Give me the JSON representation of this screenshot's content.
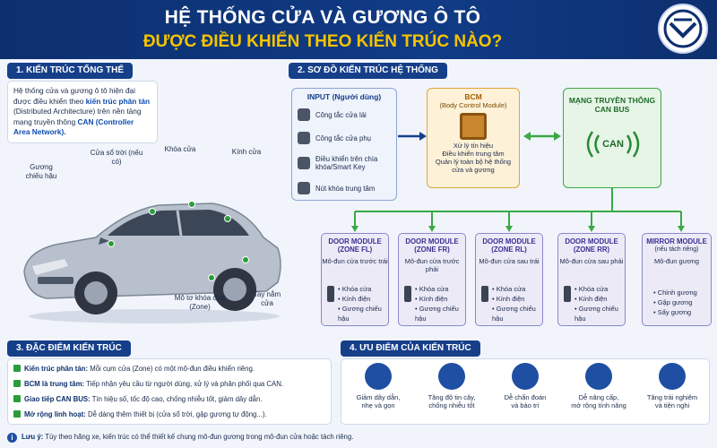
{
  "header": {
    "title_line1": "HỆ THỐNG CỬA VÀ GƯƠNG Ô TÔ",
    "title_line2": "ĐƯỢC ĐIỀU KHIỂN THEO KIẾN TRÚC NÀO?",
    "colors": {
      "bg": "#0d2f6e",
      "accent": "#f5c400"
    }
  },
  "section1": {
    "title": "1. KIẾN TRÚC TỔNG THỂ",
    "text_pre": "Hệ thống cửa và gương ô tô hiện đại được điều khiển theo ",
    "text_hl1": "kiến trúc phân tán",
    "text_mid": " (Distributed Architecture) trên nền tảng mạng truyền thông ",
    "text_hl2": "CAN (Controller Area Network).",
    "car_labels": {
      "mirror": "Gương chiếu hậu",
      "sunroof": "Cửa sổ trời (nếu có)",
      "lock": "Khóa cửa",
      "glass": "Kính cửa",
      "motor": "Mô tơ khóa cửa (Zone)",
      "handle": "Tay nắm cửa"
    }
  },
  "section2": {
    "title": "2. SƠ ĐỒ KIẾN TRÚC HỆ THỐNG",
    "input": {
      "title": "INPUT (Người dùng)",
      "items": [
        "Công tắc cửa lái",
        "Công tắc cửa phụ",
        "Điều khiển trên chìa khóa/Smart Key",
        "Nút khóa trung tâm"
      ]
    },
    "bcm": {
      "title": "BCM",
      "subtitle": "(Body Control Module)",
      "lines": [
        "Xử lý tín hiệu",
        "Điều khiển trung tâm",
        "Quản lý toàn bộ hệ thống",
        "cửa và gương"
      ]
    },
    "can": {
      "title": "MẠNG TRUYỀN THÔNG CAN BUS",
      "mark": "CAN"
    },
    "modules": [
      {
        "title": "DOOR MODULE (ZONE FL)",
        "desc": "Mô-đun cửa trước trái",
        "items": [
          "Khóa cửa",
          "Kính điện",
          "Gương chiếu hậu"
        ]
      },
      {
        "title": "DOOR MODULE (ZONE FR)",
        "desc": "Mô-đun cửa trước phải",
        "items": [
          "Khóa cửa",
          "Kính điện",
          "Gương chiếu hậu"
        ]
      },
      {
        "title": "DOOR MODULE (ZONE RL)",
        "desc": "Mô-đun cửa sau trái",
        "items": [
          "Khóa cửa",
          "Kính điện",
          "Gương chiếu hậu"
        ]
      },
      {
        "title": "DOOR MODULE (ZONE RR)",
        "desc": "Mô-đun cửa sau phải",
        "items": [
          "Khóa cửa",
          "Kính điện",
          "Gương chiếu hậu"
        ]
      },
      {
        "title": "MIRROR MODULE",
        "desc_title": "(nếu tách riêng)",
        "desc": "Mô-đun gương",
        "items": [
          "Chỉnh gương",
          "Gập gương",
          "Sấy gương"
        ]
      }
    ],
    "colors": {
      "input": "#8aa5d6",
      "bcm": "#e2a53b",
      "can": "#3aa845",
      "module": "#8b86c7"
    }
  },
  "section3": {
    "title": "3. ĐẶC ĐIỂM KIẾN TRÚC",
    "items": [
      {
        "label": "Kiến trúc phân tán:",
        "text": " Mỗi cụm cửa (Zone) có một mô-đun điều khiển riêng."
      },
      {
        "label": "BCM là trung tâm:",
        "text": " Tiếp nhận yêu cầu từ người dùng, xử lý và phân phối qua CAN."
      },
      {
        "label": "Giao tiếp CAN BUS:",
        "text": " Tín hiệu số, tốc độ cao, chống nhiễu tốt, giảm dây dẫn."
      },
      {
        "label": "Mở rộng linh hoạt:",
        "text": " Dễ dàng thêm thiết bị (cửa sổ trời, gập gương tự động...)."
      }
    ]
  },
  "section4": {
    "title": "4. ƯU ĐIỂM CỦA KIẾN TRÚC",
    "items": [
      {
        "icon": "wire-icon",
        "l1": "Giảm dây dẫn,",
        "l2": "nhẹ và gọn"
      },
      {
        "icon": "shield-check-icon",
        "l1": "Tăng độ tin cậy,",
        "l2": "chống nhiễu tốt"
      },
      {
        "icon": "tools-icon",
        "l1": "Dễ chẩn đoán",
        "l2": "và bảo trì"
      },
      {
        "icon": "growth-chart-icon",
        "l1": "Dễ nâng cấp,",
        "l2": "mở rộng tính năng"
      },
      {
        "icon": "user-experience-icon",
        "l1": "Tăng trải nghiệm",
        "l2": "và tiện nghi"
      }
    ]
  },
  "note": {
    "label": "Lưu ý:",
    "text": " Tùy theo hãng xe, kiến trúc có thể thiết kế chung mô-đun gương trong mô-đun cửa hoặc tách riêng."
  }
}
